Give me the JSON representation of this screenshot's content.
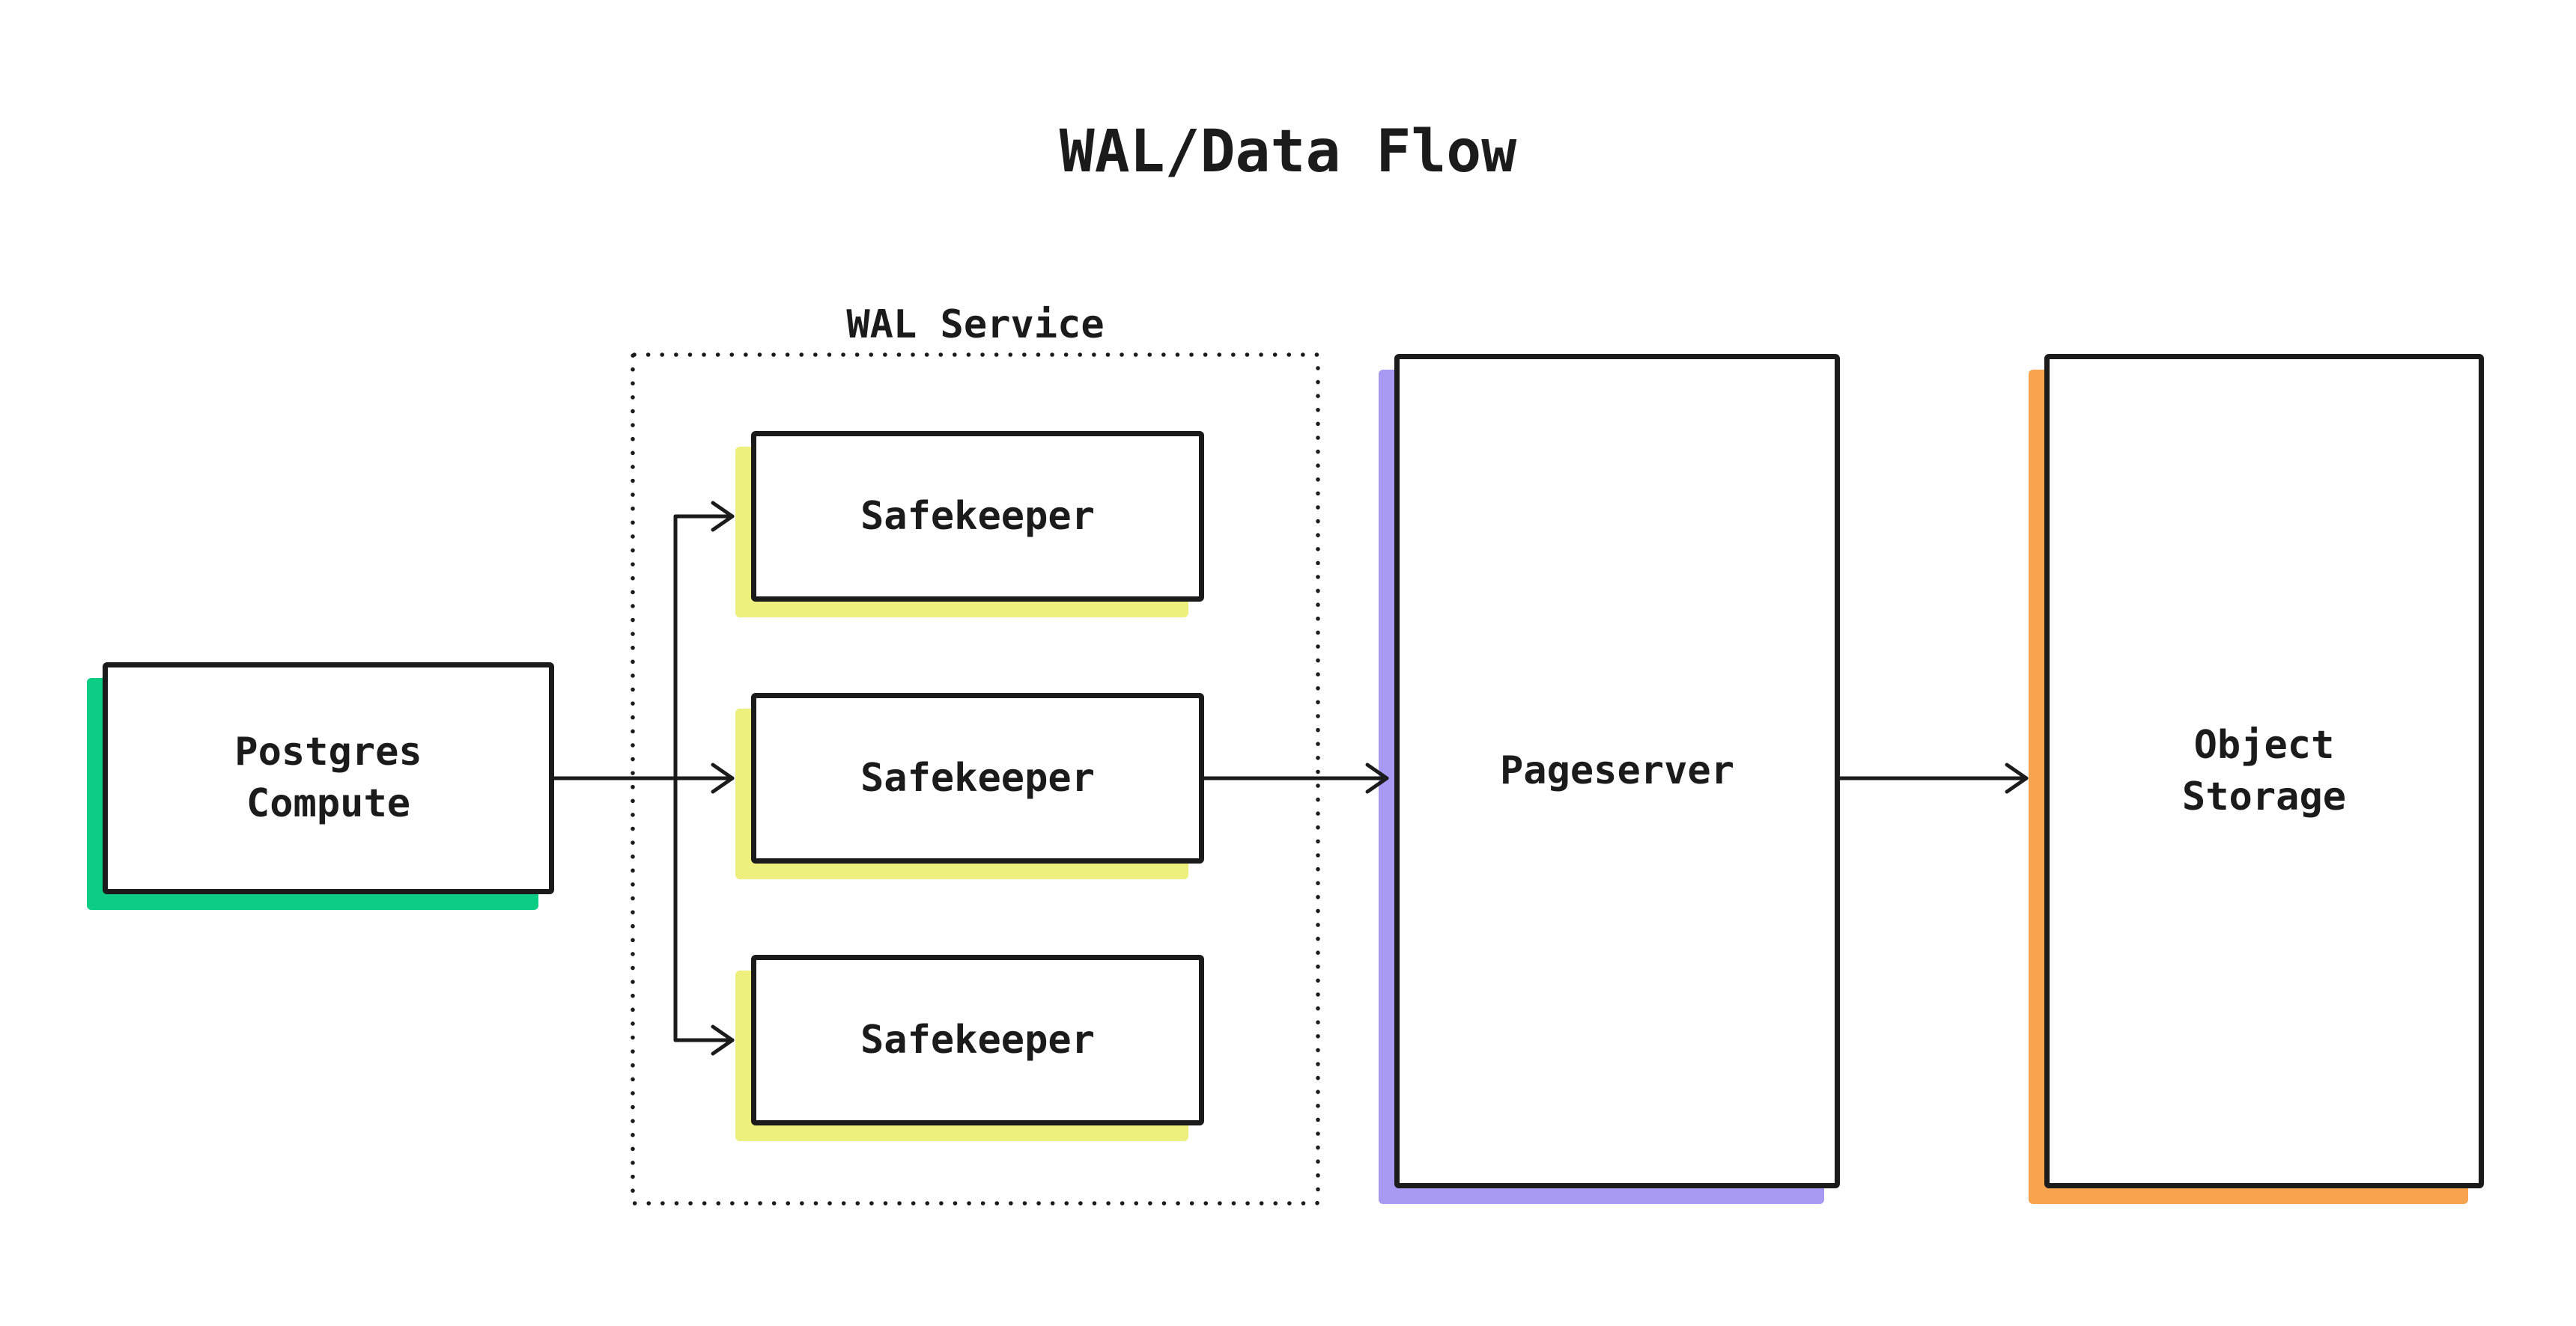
{
  "title": "WAL/Data Flow",
  "colors": {
    "ink": "#1b1b1b",
    "green": "#0dcc86",
    "yellow": "#eef07d",
    "purple": "#a89af3",
    "orange": "#f8a44f",
    "background": "#ffffff"
  },
  "diagram": {
    "groups": {
      "wal_service": {
        "label": "WAL Service"
      }
    },
    "nodes": {
      "postgres_compute": {
        "label": "Postgres\nCompute",
        "accent": "green"
      },
      "safekeepers": [
        {
          "label": "Safekeeper",
          "accent": "yellow"
        },
        {
          "label": "Safekeeper",
          "accent": "yellow"
        },
        {
          "label": "Safekeeper",
          "accent": "yellow"
        }
      ],
      "pageserver": {
        "label": "Pageserver",
        "accent": "purple"
      },
      "object_storage": {
        "label": "Object\nStorage",
        "accent": "orange"
      }
    },
    "edges": [
      {
        "from": "postgres_compute",
        "to": "safekeeper_1"
      },
      {
        "from": "postgres_compute",
        "to": "safekeeper_2"
      },
      {
        "from": "postgres_compute",
        "to": "safekeeper_3"
      },
      {
        "from": "safekeeper_2",
        "to": "pageserver"
      },
      {
        "from": "pageserver",
        "to": "object_storage"
      }
    ]
  }
}
